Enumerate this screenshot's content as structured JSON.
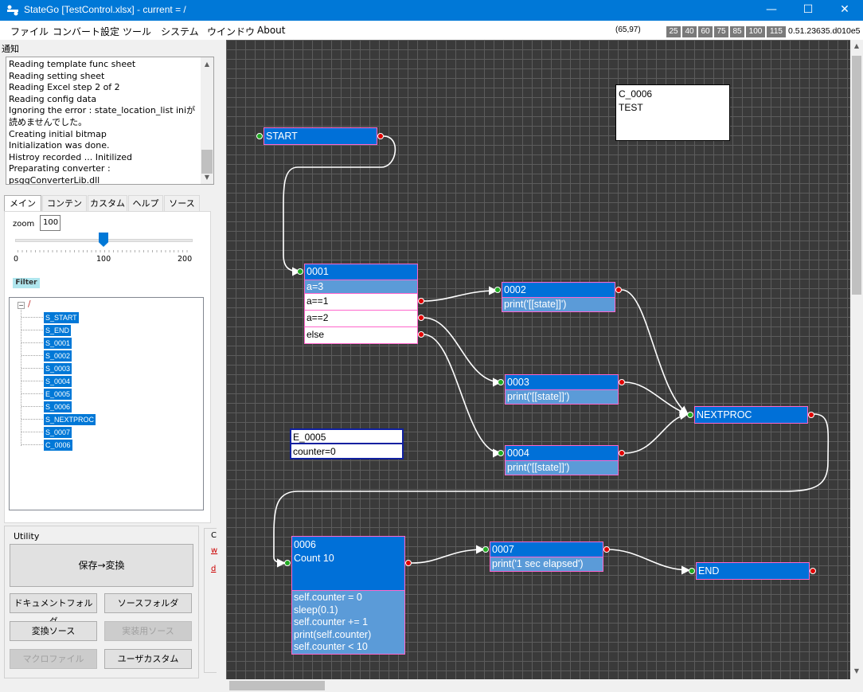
{
  "window": {
    "title": "StateGo  [TestControl.xlsx] - current = /",
    "minimize": "—",
    "maximize": "☐",
    "close": "✕"
  },
  "menu": [
    "ファイル",
    "コンバート設定",
    "ツール",
    "システム",
    "ウインドウ",
    "About"
  ],
  "status": {
    "coord": "(65,97)",
    "zoom_buttons": [
      "25",
      "40",
      "60",
      "75",
      "85",
      "100",
      "115"
    ],
    "version": "0.51.23635.d010e5"
  },
  "notify": {
    "label": "通知",
    "lines": [
      "Reading template func sheet",
      "Reading setting sheet",
      "Reading Excel step 2 of 2",
      "Reading config data",
      "Ignoring the error : state_location_list iniが読めませんでした。",
      "Creating initial bitmap",
      "Initialization was done.",
      "Histroy recorded ... Initilized",
      "Preparating converter : psggConverterLib.dll"
    ]
  },
  "tabs": [
    "メイン",
    "コンテンツ",
    "カスタム",
    "ヘルプ",
    "ソース"
  ],
  "zoom": {
    "label": "zoom",
    "value": "100",
    "min_label": "0",
    "mid_label": "100",
    "max_label": "200",
    "level": 100
  },
  "filter": {
    "label": "Filter"
  },
  "tree": {
    "root": "/",
    "items": [
      "S_START",
      "S_END",
      "S_0001",
      "S_0002",
      "S_0003",
      "S_0004",
      "E_0005",
      "S_0006",
      "S_NEXTPROC",
      "S_0007",
      "C_0006"
    ]
  },
  "utility": {
    "label": "Utility",
    "save_convert": "保存→変換",
    "doc_folder": "ドキュメントフォルダ",
    "src_folder": "ソースフォルダ",
    "conv_src": "変換ソース",
    "impl_src": "実装用ソース",
    "macro_file": "マクロファイル",
    "user_custom": "ユーザカスタム"
  },
  "side": {
    "c": "C",
    "w": "w",
    "d": "d"
  },
  "icons": {
    "minimize": "minimize-icon",
    "maximize": "maximize-icon",
    "close": "close-icon",
    "app": "stategraph-app-icon",
    "tree_collapse": "minus-box-icon"
  },
  "colors": {
    "titlebar": "#0078d7",
    "node_head": "#0070d8",
    "node_sub": "#5b9bd8",
    "node_border": "#ff66cc",
    "canvas": "#3a3a3a",
    "in_port": "#22aa22",
    "out_port": "#e00000"
  },
  "nodes": {
    "start": {
      "name": "START"
    },
    "n0001": {
      "name": "0001",
      "sub": "a=3",
      "branches": [
        "a==1",
        "a==2",
        "else"
      ]
    },
    "n0002": {
      "name": "0002",
      "sub": "print('[[state]]')"
    },
    "n0003": {
      "name": "0003",
      "sub": "print('[[state]]')"
    },
    "n0004": {
      "name": "0004",
      "sub": "print('[[state]]')"
    },
    "nextproc": {
      "name": "NEXTPROC"
    },
    "e0005": {
      "name": "E_0005",
      "sub": "counter=0"
    },
    "n0006": {
      "name": "0006",
      "sub": "Count 10",
      "code": [
        "self.counter = 0",
        "sleep(0.1)",
        "self.counter += 1",
        "print(self.counter)",
        "self.counter < 10"
      ]
    },
    "n0007": {
      "name": "0007",
      "sub": "print('1 sec elapsed')"
    },
    "end": {
      "name": "END"
    },
    "c0006": {
      "name": "C_0006",
      "text": "TEST"
    }
  }
}
